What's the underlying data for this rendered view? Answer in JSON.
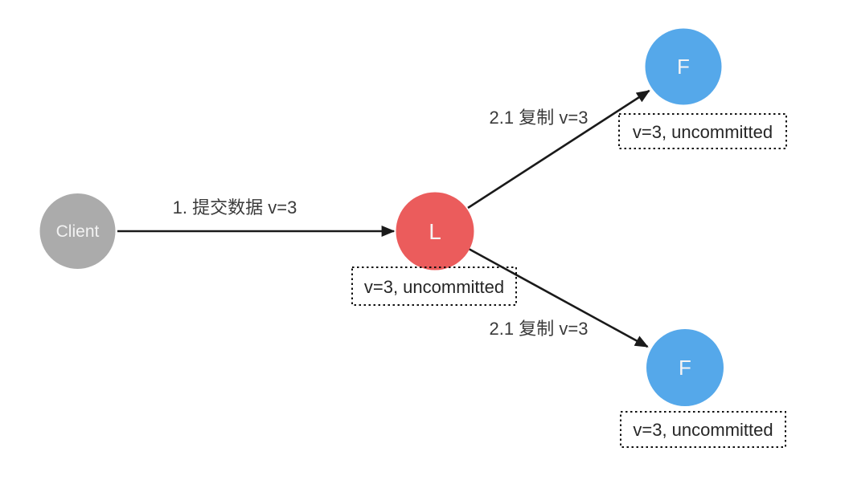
{
  "diagram": {
    "title": "raft-replication-uncommitted-diagram",
    "background_color": "#ffffff",
    "arrow_color": "#1a1a1a",
    "box_border_color": "#111111"
  },
  "nodes": {
    "client": {
      "label": "Client",
      "color": "#ababab"
    },
    "leader": {
      "label": "L",
      "color": "#eb5c5c"
    },
    "follower_top": {
      "label": "F",
      "color": "#55a8ea"
    },
    "follower_bottom": {
      "label": "F",
      "color": "#55a8ea"
    }
  },
  "edges": {
    "client_to_leader": {
      "label": "1. 提交数据 v=3"
    },
    "leader_to_follower_top": {
      "label": "2.1 复制 v=3"
    },
    "leader_to_follower_bottom": {
      "label": "2.1 复制 v=3"
    }
  },
  "state_boxes": {
    "leader": {
      "text": "v=3, uncommitted"
    },
    "follower_top": {
      "text": "v=3, uncommitted"
    },
    "follower_bottom": {
      "text": "v=3, uncommitted"
    }
  }
}
